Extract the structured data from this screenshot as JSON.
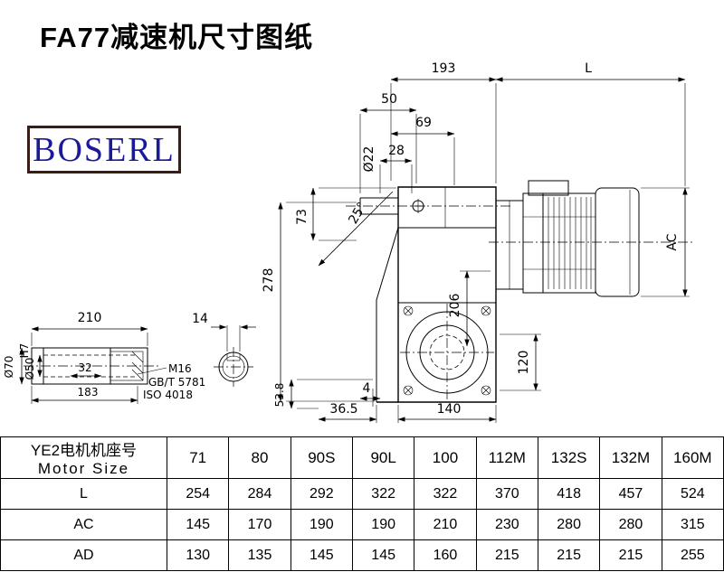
{
  "page": {
    "title": "FA77减速机尺寸图纸",
    "logo": "BOSERL"
  },
  "dims": {
    "t193": "193",
    "tL": "L",
    "t50": "50",
    "t69": "69",
    "t28": "28",
    "phi22": "Ø22",
    "v73": "73",
    "a25": "25°",
    "v278": "278",
    "v206": "206",
    "vAC": "AC",
    "v120": "120",
    "v538": "53.8",
    "b4": "4",
    "b365": "36.5",
    "b140": "140",
    "s210": "210",
    "s14": "14",
    "phi70": "Ø70",
    "phi50": "Ø50",
    "phi50sup": "H7",
    "s32": "32",
    "s183": "183",
    "m16": "M16",
    "gb": "GB/T 5781",
    "iso": "ISO 4018"
  },
  "table": {
    "header": {
      "line1": "YE2电机机座号",
      "line2": "Motor Size"
    },
    "cols": [
      "71",
      "80",
      "90S",
      "90L",
      "100",
      "112M",
      "132S",
      "132M",
      "160M"
    ],
    "rows": [
      {
        "label": "L",
        "values": [
          "254",
          "284",
          "292",
          "322",
          "322",
          "370",
          "418",
          "457",
          "524"
        ]
      },
      {
        "label": "AC",
        "values": [
          "145",
          "170",
          "190",
          "190",
          "210",
          "230",
          "280",
          "280",
          "315"
        ]
      },
      {
        "label": "AD",
        "values": [
          "130",
          "135",
          "145",
          "145",
          "160",
          "215",
          "215",
          "215",
          "255"
        ]
      }
    ]
  }
}
